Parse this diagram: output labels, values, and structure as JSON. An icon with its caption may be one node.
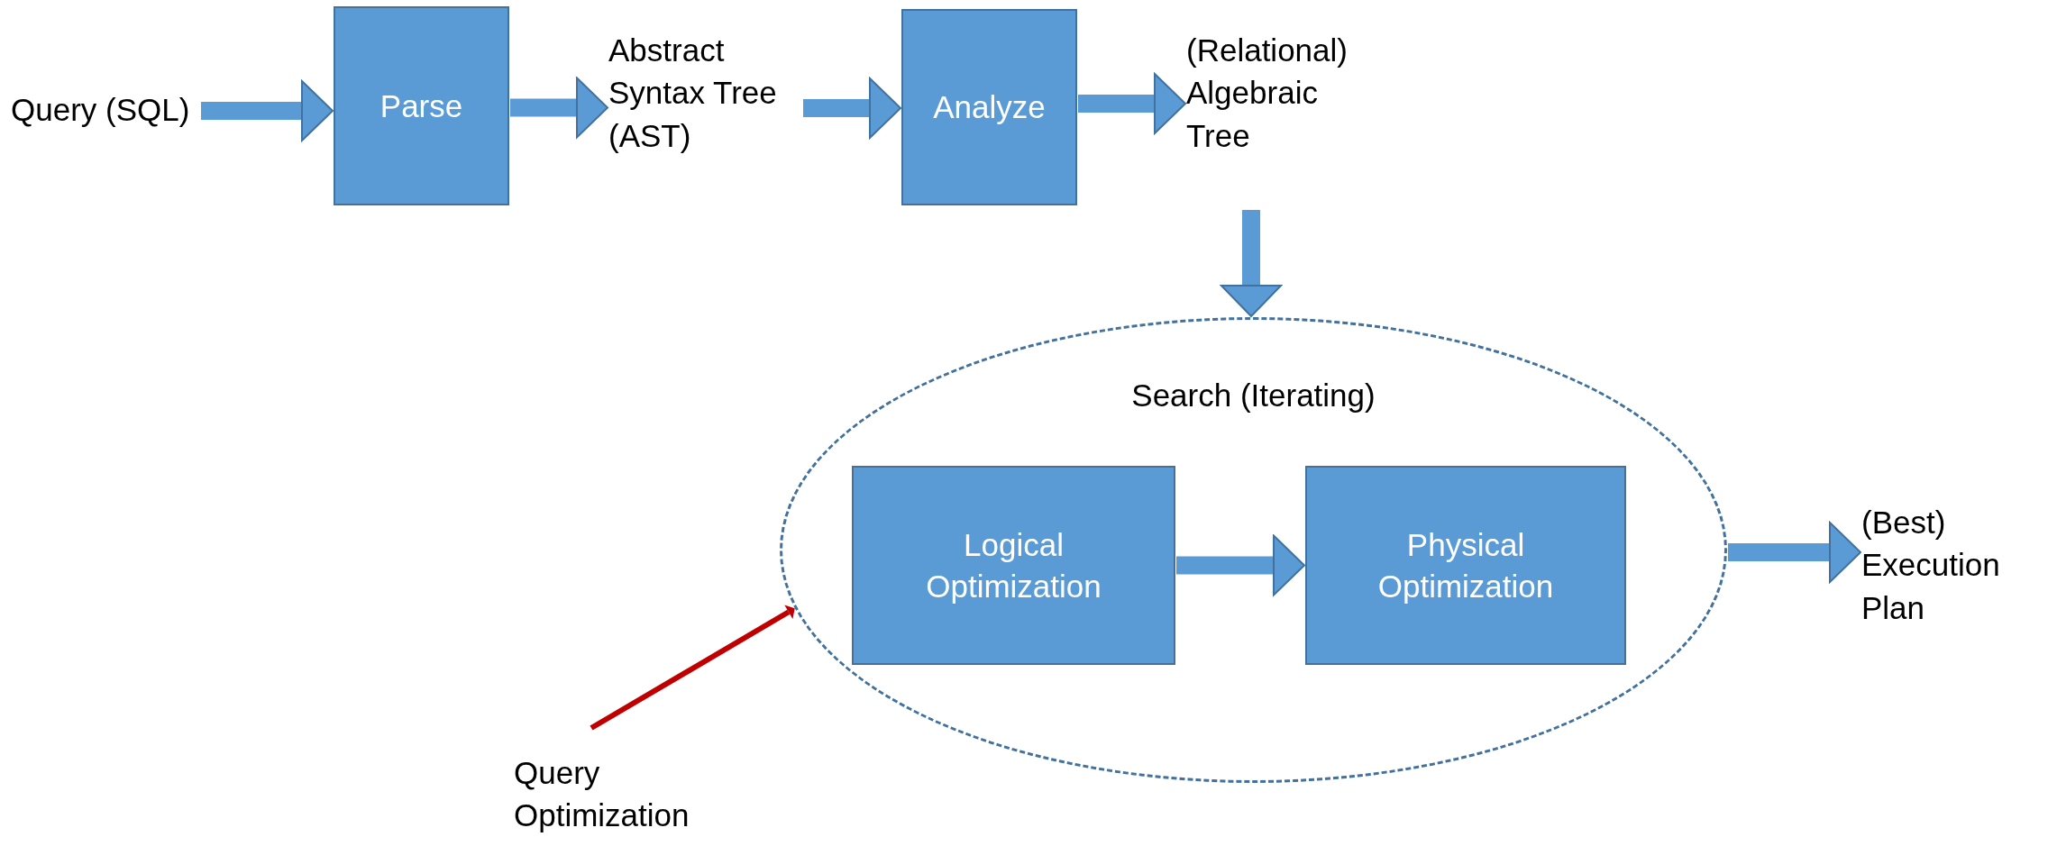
{
  "diagram": {
    "nodes": [
      {
        "text": [
          "Query (SQL)"
        ]
      },
      {
        "text": [
          "Parse"
        ]
      },
      {
        "text": [
          "Abstract Syntax Tree (AST)"
        ]
      },
      {
        "text": [
          "Analyze"
        ]
      },
      {
        "text": [
          "(Relational) Algebraic Tree"
        ]
      },
      {
        "text": [
          "Search (Iterating)"
        ]
      },
      {
        "text": [
          "Logical Optimization"
        ],
        "in": 5
      },
      {
        "text": [
          "Physical Optimization"
        ],
        "in": 5
      },
      {
        "text": [
          "(Best) Execution Plan"
        ]
      },
      {
        "text": [
          "Query Optimization"
        ]
      }
    ],
    "edges": [
      {
        "from": 0,
        "to": 1,
        "arrow": "to"
      },
      {
        "from": 1,
        "to": 2,
        "arrow": "to"
      },
      {
        "from": 2,
        "to": 3,
        "arrow": "to"
      },
      {
        "from": 3,
        "to": 4,
        "arrow": "to"
      },
      {
        "from": 4,
        "to": 5,
        "arrow": "to"
      },
      {
        "from": 6,
        "to": 7,
        "arrow": "to"
      },
      {
        "from": 5,
        "to": 8,
        "arrow": "to"
      },
      {
        "from": 9,
        "to": 5,
        "arrow": "to",
        "color": "#c00000"
      }
    ]
  }
}
